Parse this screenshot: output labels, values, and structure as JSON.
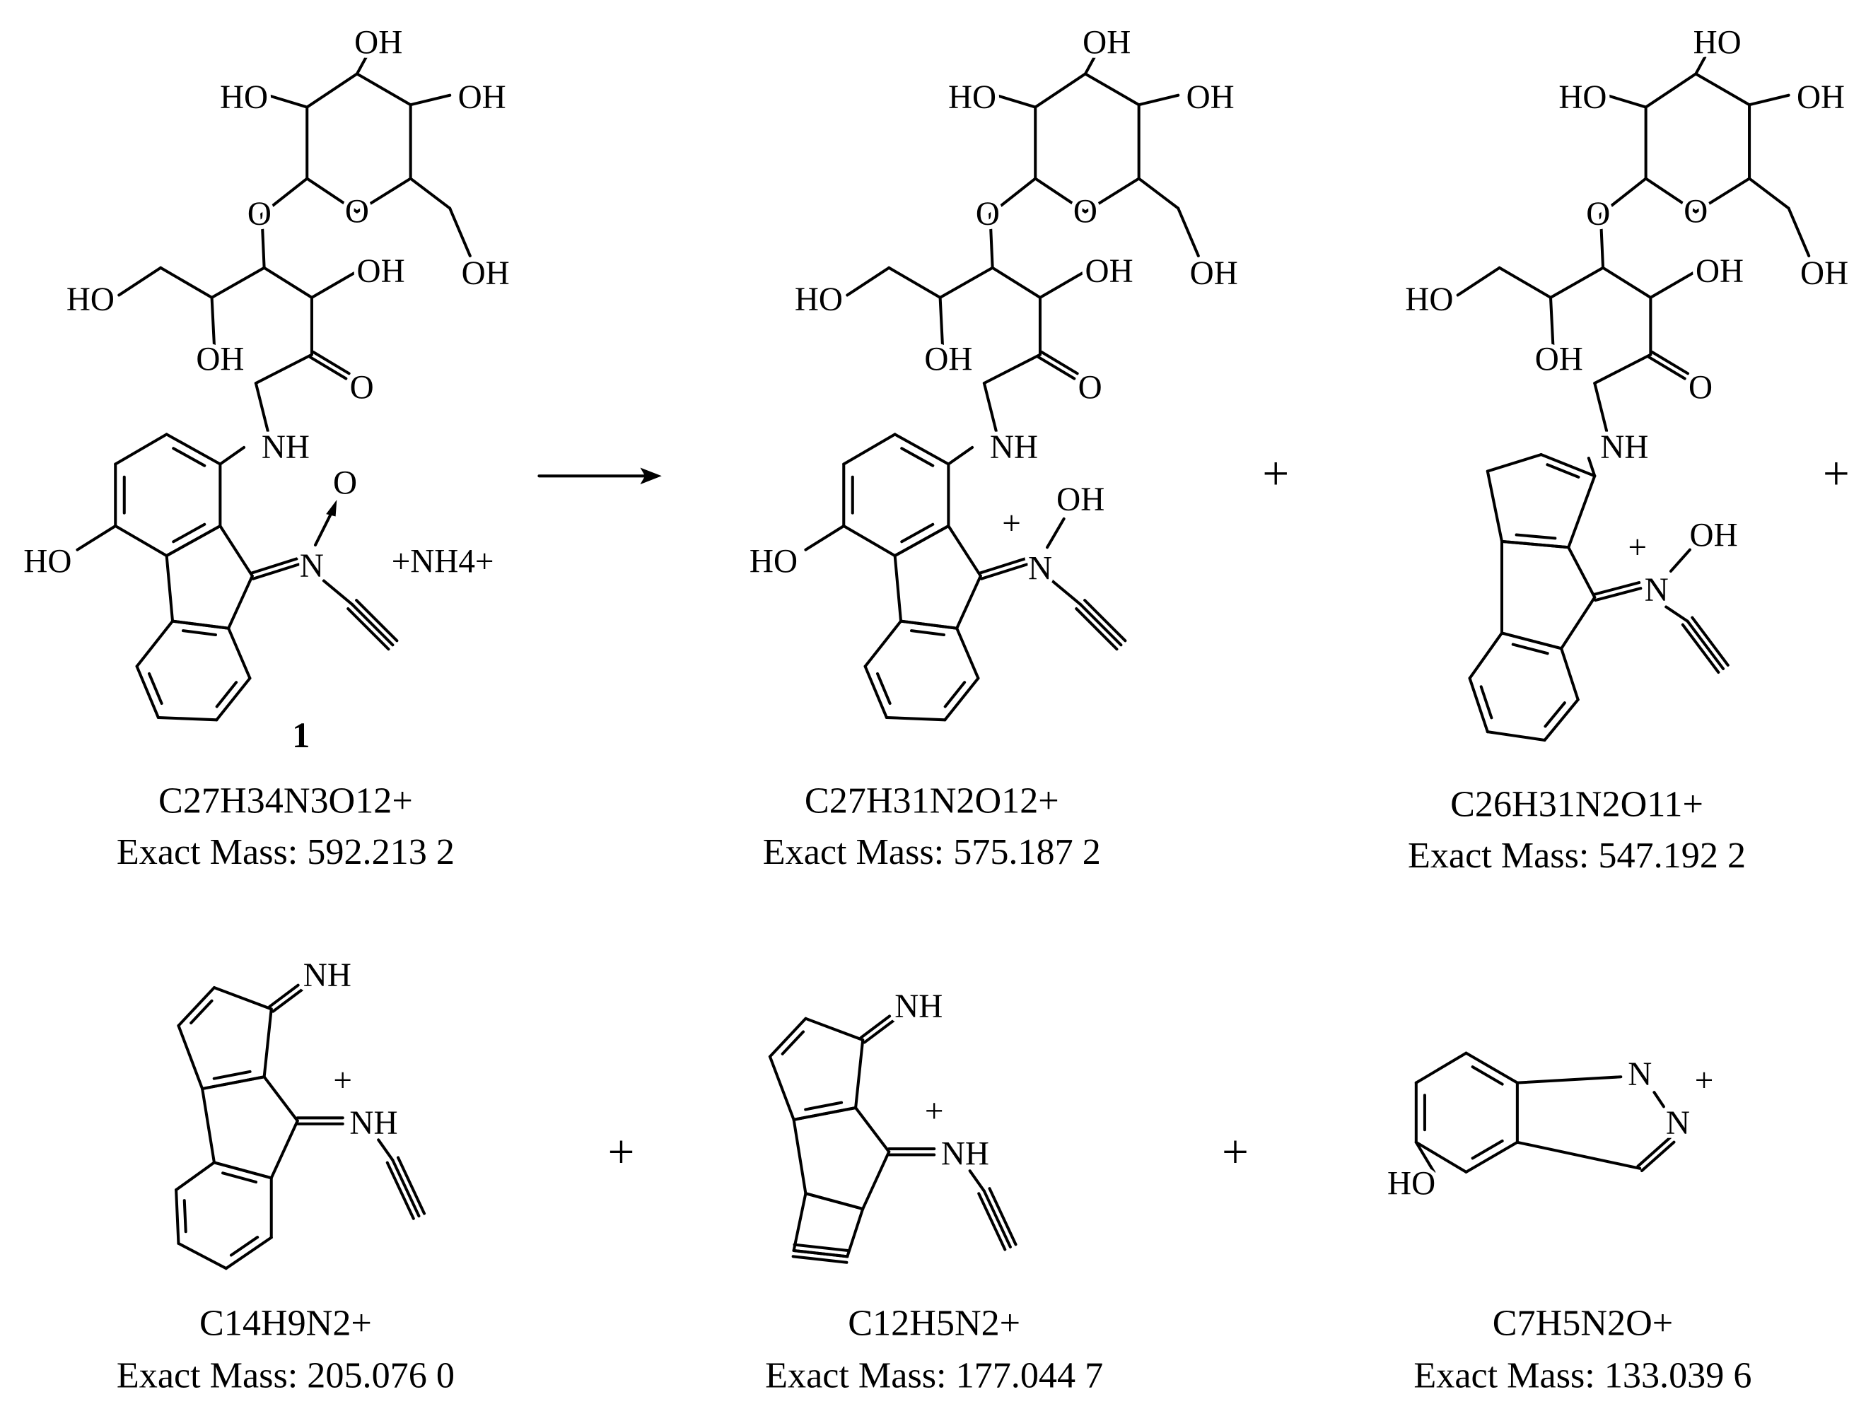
{
  "reaction": {
    "reactant_label": "1",
    "reagent": "+NH4+",
    "plus_signs": [
      "+",
      "+",
      "+",
      "+"
    ]
  },
  "structures": [
    {
      "name": "compound-1",
      "formula": "C27H34N3O12+",
      "mass": "Exact Mass: 592.213 2",
      "atom_labels": [
        "OH",
        "HO",
        "OH",
        "OH",
        "O",
        "O",
        "OH",
        "O",
        "OH",
        "HO",
        "NH",
        "HO",
        "N",
        "O"
      ]
    },
    {
      "name": "product-575",
      "formula": "C27H31N2O12+",
      "mass": "Exact Mass: 575.187 2",
      "atom_labels": [
        "OH",
        "HO",
        "OH",
        "OH",
        "O",
        "O",
        "OH",
        "O",
        "OH",
        "HO",
        "NH",
        "HO",
        "N",
        "OH",
        "+"
      ]
    },
    {
      "name": "product-547",
      "formula": "C26H31N2O11+",
      "mass": "Exact Mass: 547.192 2",
      "atom_labels": [
        "HO",
        "HO",
        "OH",
        "OH",
        "O",
        "O",
        "OH",
        "O",
        "OH",
        "HO",
        "NH",
        "N",
        "OH",
        "+"
      ]
    },
    {
      "name": "product-205",
      "formula": "C14H9N2+",
      "mass": "Exact Mass: 205.076 0",
      "atom_labels": [
        "NH",
        "NH",
        "+"
      ]
    },
    {
      "name": "product-177",
      "formula": "C12H5N2+",
      "mass": "Exact Mass: 177.044 7",
      "atom_labels": [
        "NH",
        "NH",
        "+"
      ]
    },
    {
      "name": "product-133",
      "formula": "C7H5N2O+",
      "mass": "Exact Mass: 133.039 6",
      "atom_labels": [
        "HO",
        "N",
        "N",
        "+"
      ]
    }
  ]
}
